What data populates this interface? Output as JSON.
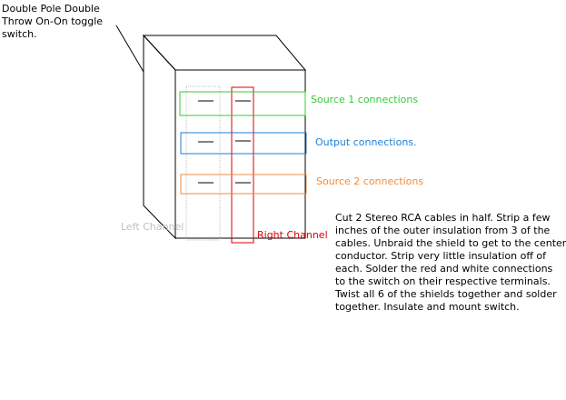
{
  "title_lines": [
    "Double Pole Double",
    "Throw On-On toggle",
    "switch."
  ],
  "labels": {
    "source1": "Source 1 connections",
    "output": "Output connections.",
    "source2": "Source 2 connections",
    "left_channel": "Left Channel",
    "right_channel": "Right Channel"
  },
  "instructions_lines": [
    "Cut 2 Stereo RCA cables in half.  Strip a few",
    "inches of the outer insulation from 3 of the",
    "cables. Unbraid the shield to get to the center",
    "conductor.  Strip very little insulation off of",
    "each.   Solder the red and white connections",
    "to the switch on their respective terminals.",
    "Twist all 6 of the shields together and solder",
    "together.  Insulate and mount switch."
  ],
  "colors": {
    "outline": "#000000",
    "source1": "#33cc33",
    "output": "#1e7fd6",
    "source2": "#f08c3c",
    "left_channel": "#c0c0c0",
    "right_channel": "#dd0000"
  }
}
